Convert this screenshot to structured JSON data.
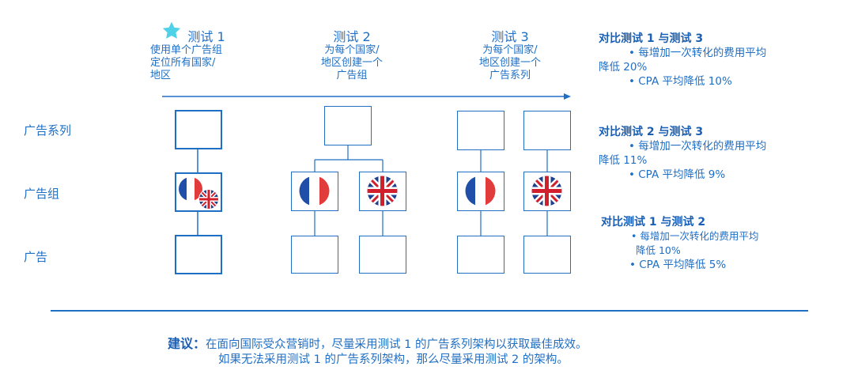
{
  "tests": [
    {
      "title": "测试 1",
      "desc": "使用单个广告组\n定位所有国家/\n地区",
      "starred": true
    },
    {
      "title": "测试 2",
      "desc": "为每个国家/\n地区创建一个\n广告组"
    },
    {
      "title": "测试 3",
      "desc": "为每个国家/\n地区创建一个\n广告系列"
    }
  ],
  "row_labels": {
    "campaign": "广告系列",
    "adset": "广告组",
    "ad": "广告"
  },
  "comparisons": [
    {
      "title": "对比测试 1 与测试 3",
      "line1": "• 每增加一次转化的费用平均",
      "line2": "降低 20%",
      "line3": "• CPA 平均降低 10%"
    },
    {
      "title": "对比测试 2 与测试 3",
      "line1": "• 每增加一次转化的费用平均",
      "line2": "降低 11%",
      "line3": "• CPA 平均降低 9%"
    },
    {
      "title": "对比测试 1 与测试 2",
      "line1": "• 每增加一次转化的费用平均",
      "line2": "降低 10%",
      "line3": "• CPA 平均降低 5%"
    }
  ],
  "recommendation": {
    "label": "建议：",
    "line1": "在面向国际受众营销时，尽量采用测试 1 的广告系列架构以获取最佳成效。",
    "line2": "如果无法采用测试 1 的广告系列架构，那么尽量采用测试 2 的架构。"
  },
  "colors": {
    "primary": "#1f6fc5",
    "star": "#4fd1e8",
    "france_blue": "#1f4fa8",
    "france_red": "#e23b3b",
    "uk_red": "#d21f2e",
    "uk_blue": "#1f3f8f"
  },
  "icons": [
    "star-icon",
    "france-flag-icon",
    "uk-flag-icon"
  ]
}
